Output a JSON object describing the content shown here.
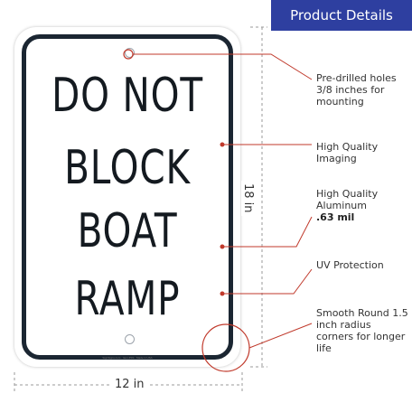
{
  "header": {
    "title": "Product Details"
  },
  "sign": {
    "lines": [
      "DO NOT",
      "BLOCK",
      "BOAT",
      "RAMP"
    ],
    "fine_print": "SignSigns.com · Item #SS · Made in USA"
  },
  "features": [
    {
      "text": "Pre-drilled holes 3/8 inches for mounting"
    },
    {
      "text": "High Quality Imaging"
    },
    {
      "text_prefix": "High Quality Aluminum",
      "text_bold": ".63 mil"
    },
    {
      "text": "UV Protection"
    },
    {
      "text": "Smooth Round 1.5 inch radius corners for longer life"
    }
  ],
  "dimensions": {
    "height": "18 in",
    "width": "12 in"
  },
  "colors": {
    "badge": "#2e3fa0",
    "callout": "#c0392b",
    "sign_text": "#141a20"
  }
}
